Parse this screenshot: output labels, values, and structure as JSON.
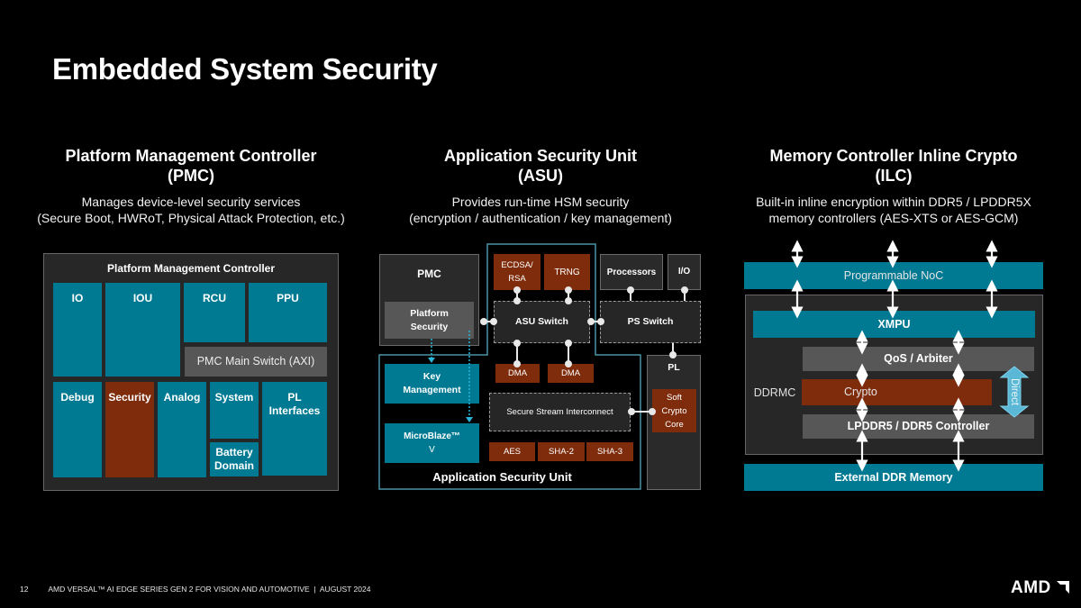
{
  "slide": {
    "title": "Embedded System Security",
    "page_number": "12",
    "footer_text": "AMD VERSAL™ AI EDGE SERIES GEN 2 FOR VISION AND AUTOMOTIVE  |  AUGUST 2024",
    "logo": "AMD"
  },
  "columns": [
    {
      "heading_line1": "Platform Management Controller",
      "heading_line2": "(PMC)",
      "desc_line1": "Manages device-level security services",
      "desc_line2": "(Secure Boot, HWRoT, Physical Attack Protection, etc.)"
    },
    {
      "heading_line1": "Application Security Unit",
      "heading_line2": "(ASU)",
      "desc_line1": "Provides run-time HSM security",
      "desc_line2": "(encryption / authentication / key management)"
    },
    {
      "heading_line1": "Memory Controller Inline Crypto",
      "heading_line2": "(ILC)",
      "desc_line1": "Built-in inline encryption within DDR5 / LPDDR5X",
      "desc_line2": "memory controllers (AES-XTS or AES-GCM)"
    }
  ],
  "pmc_diagram": {
    "title": "Platform Management Controller",
    "blocks": {
      "io": "IO",
      "iou": "IOU",
      "rcu": "RCU",
      "ppu": "PPU",
      "main_switch": "PMC Main Switch (AXI)",
      "debug": "Debug",
      "security": "Security",
      "analog": "Analog",
      "system": "System",
      "battery_1": "Battery",
      "battery_2": "Domain",
      "pl_1": "PL",
      "pl_2": "Interfaces"
    }
  },
  "asu_diagram": {
    "label": "Application Security Unit",
    "pmc": "PMC",
    "platform_security_1": "Platform",
    "platform_security_2": "Security",
    "ecdsa_1": "ECDSA/",
    "ecdsa_2": "RSA",
    "trng": "TRNG",
    "processors": "Processors",
    "io": "I/O",
    "asu_switch": "ASU Switch",
    "ps_switch": "PS Switch",
    "dma_1": "DMA",
    "dma_2": "DMA",
    "pl": "PL",
    "key_mgmt_1": "Key",
    "key_mgmt_2": "Management",
    "microblaze_1": "MicroBlaze™",
    "microblaze_2": "V",
    "ssi": "Secure Stream Interconnect",
    "soft_crypto_1": "Soft",
    "soft_crypto_2": "Crypto",
    "soft_crypto_3": "Core",
    "aes": "AES",
    "sha2": "SHA-2",
    "sha3": "SHA-3"
  },
  "ilc_diagram": {
    "noc": "Programmable NoC",
    "ddrmc": "DDRMC",
    "xmpu": "XMPU",
    "qos": "QoS / Arbiter",
    "crypto": "Crypto",
    "controller": "LPDDR5 / DDR5 Controller",
    "external": "External DDR Memory",
    "direct": "Direct"
  },
  "colors": {
    "teal": "#007a93",
    "rust": "#7e2c0c",
    "gray": "#575757",
    "panel": "#272727",
    "direct_arrow": "#5ab8d6",
    "dotted_arrow": "#29b6d8"
  }
}
